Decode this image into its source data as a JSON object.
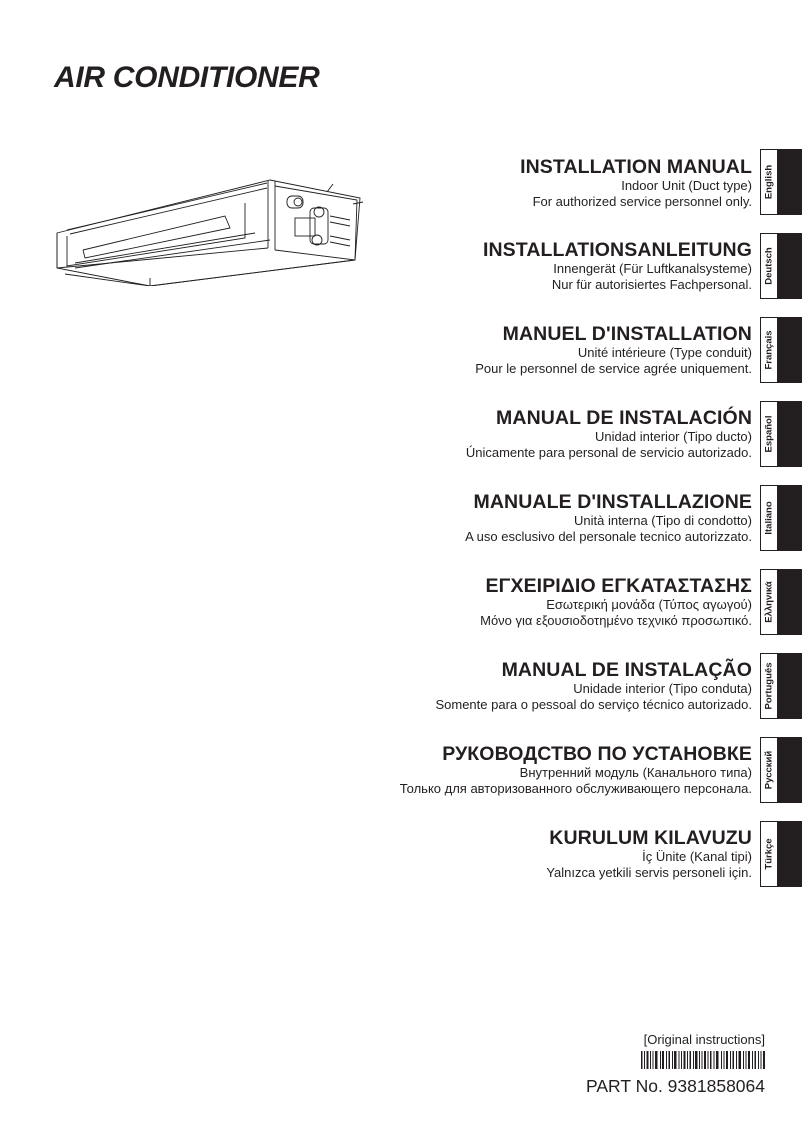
{
  "document": {
    "title": "AIR CONDITIONER",
    "illustration": "duct-type-indoor-unit-drawing"
  },
  "sections": [
    {
      "title": "INSTALLATION MANUAL",
      "line1": "Indoor Unit (Duct type)",
      "line2": "For authorized service personnel only.",
      "tab": "English"
    },
    {
      "title": "INSTALLATIONSANLEITUNG",
      "line1": "Innengerät (Für Luftkanalsysteme)",
      "line2": "Nur für autorisiertes Fachpersonal.",
      "tab": "Deutsch"
    },
    {
      "title": "MANUEL D'INSTALLATION",
      "line1": "Unité intérieure (Type conduit)",
      "line2": "Pour le personnel de service agrée uniquement.",
      "tab": "Français"
    },
    {
      "title": "MANUAL DE INSTALACIÓN",
      "line1": "Unidad interior (Tipo ducto)",
      "line2": "Únicamente para personal de servicio autorizado.",
      "tab": "Español"
    },
    {
      "title": "MANUALE D'INSTALLAZIONE",
      "line1": "Unità interna (Tipo di condotto)",
      "line2": "A uso esclusivo del personale tecnico autorizzato.",
      "tab": "Italiano"
    },
    {
      "title": "ΕΓΧΕΙΡΙΔΙΟ ΕΓΚΑΤΑΣΤΑΣΗΣ",
      "line1": "Εσωτερική μονάδα (Τύπος αγωγού)",
      "line2": "Μόνο για εξουσιοδοτημένο τεχνικό προσωπικό.",
      "tab": "Ελληνικά"
    },
    {
      "title": "MANUAL DE INSTALAÇÃO",
      "line1": "Unidade interior (Tipo conduta)",
      "line2": "Somente para o pessoal do serviço técnico autorizado.",
      "tab": "Português"
    },
    {
      "title": "РУКОВОДСТВО ПО УСТАНОВКЕ",
      "line1": "Внутренний модуль (Канального типа)",
      "line2": "Только для авторизованного обслуживающего персонала.",
      "tab": "Русский"
    },
    {
      "title": "KURULUM KILAVUZU",
      "line1": "İç Ünite (Kanal tipi)",
      "line2": "Yalnızca yetkili servis personeli için.",
      "tab": "Türkçe"
    }
  ],
  "footer": {
    "original_instructions": "[Original instructions]",
    "part_number": "PART No. 9381858064"
  },
  "colors": {
    "text": "#231f20",
    "tab_fill": "#231f20",
    "background": "#ffffff"
  }
}
